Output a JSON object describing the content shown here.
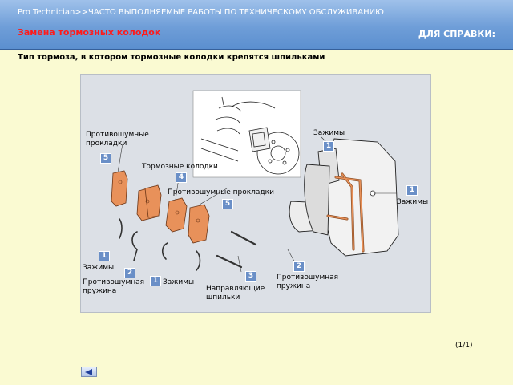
{
  "header": {
    "breadcrumb": "Pro Technician>>ЧАСТО ВЫПОЛНЯЕМЫЕ РАБОТЫ ПО ТЕХНИЧЕСКОМУ ОБСЛУЖИВАНИЮ",
    "title": "Замена тормозных колодок",
    "reference_link": "ДЛЯ СПРАВКИ:"
  },
  "subtitle": "Тип тормоза, в котором тормозные колодки крепятся шпильками",
  "diagram": {
    "labels": [
      {
        "id": "anti-squeal-shims-top",
        "text": "Противошумные\nпрокладки"
      },
      {
        "id": "clips-top",
        "text": "Зажимы"
      },
      {
        "id": "brake-pads",
        "text": "Тормозные колодки"
      },
      {
        "id": "anti-squeal-shims-mid",
        "text": "Противошумные прокладки"
      },
      {
        "id": "clips-right",
        "text": "Зажимы"
      },
      {
        "id": "clips-left",
        "text": "Зажимы"
      },
      {
        "id": "anti-rattle-spring-right",
        "text": "Противошумная\nпружина"
      },
      {
        "id": "anti-rattle-spring-left",
        "text": "Противошумная\nпружина"
      },
      {
        "id": "clips-bottom",
        "text": "Зажимы"
      },
      {
        "id": "guide-pins",
        "text": "Направляющие\nшпильки"
      }
    ],
    "callouts": [
      "1",
      "5",
      "4",
      "1",
      "5",
      "1",
      "2",
      "2",
      "3",
      "1"
    ],
    "colors": {
      "part_fill": "#e8915a",
      "part_stroke": "#6b3516",
      "callout": "#6a8fc7",
      "background": "#dce0e6"
    }
  },
  "pager": "(1/1)",
  "nav": {
    "back_icon": "left-triangle-icon"
  }
}
